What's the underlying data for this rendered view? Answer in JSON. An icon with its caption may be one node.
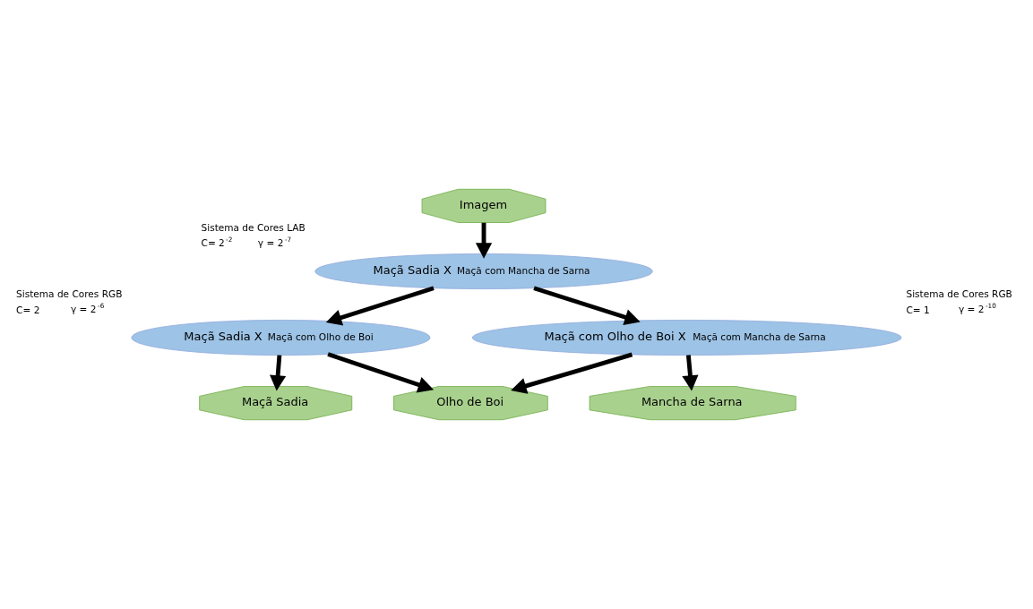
{
  "diagram": {
    "nodes": [
      {
        "text": [
          "Imagem"
        ]
      },
      {
        "text": [
          "Maçã Sadia X",
          "Maçã com Mancha de Sarna"
        ],
        "beside": [
          "Sistema de Cores LAB",
          "C= 2$^{-2}$",
          "γ = 2$^{-7}$"
        ]
      },
      {
        "text": [
          "Maçã Sadia X",
          "Maçã com Olho de Boi"
        ],
        "beside": [
          "Sistema de Cores RGB",
          "C= 2",
          "γ = 2$^{-6}$"
        ]
      },
      {
        "text": [
          "Maçã com Olho de Boi X",
          "Maçã com Mancha de Sarna"
        ],
        "beside": [
          "Sistema de Cores RGB",
          "C= 1",
          "γ = 2$^{-10}$"
        ]
      },
      {
        "text": [
          "Maçã Sadia"
        ]
      },
      {
        "text": [
          "Olho de Boi"
        ]
      },
      {
        "text": [
          "Mancha de Sarna"
        ]
      }
    ],
    "edges": [
      {
        "from": 0,
        "to": 1,
        "arrow": "to"
      },
      {
        "from": 1,
        "to": 2,
        "arrow": "to"
      },
      {
        "from": 1,
        "to": 3,
        "arrow": "to"
      },
      {
        "from": 2,
        "to": 4,
        "arrow": "to"
      },
      {
        "from": 2,
        "to": 5,
        "arrow": "to"
      },
      {
        "from": 3,
        "to": 5,
        "arrow": "to"
      },
      {
        "from": 3,
        "to": 6,
        "arrow": "to"
      }
    ]
  }
}
